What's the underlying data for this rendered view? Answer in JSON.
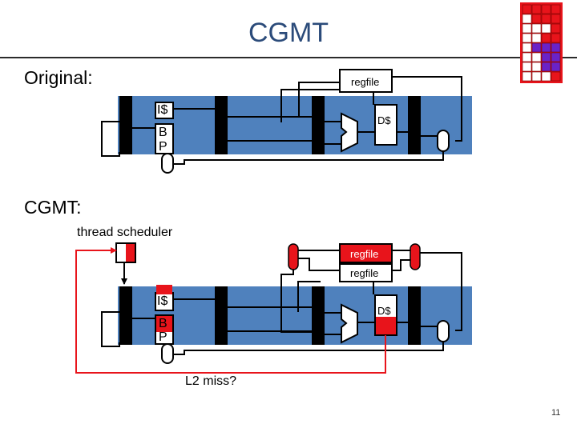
{
  "slide": {
    "title": "CGMT",
    "page_number": "11"
  },
  "original": {
    "heading": "Original:",
    "regfile_label": "regfile",
    "icache_label": "I$",
    "bp_label_b": "B",
    "bp_label_p": "P",
    "dcache_label": "D$"
  },
  "cgmt": {
    "heading": "CGMT:",
    "scheduler_label": "thread scheduler",
    "regfile_label_1": "regfile",
    "regfile_label_2": "regfile",
    "icache_label": "I$",
    "bp_label_b": "B",
    "bp_label_p": "P",
    "dcache_label": "D$",
    "miss_label": "L2 miss?"
  },
  "colors": {
    "pipeline_band": "#4f81bd",
    "highlight": "#ff0000",
    "title": "#2b4b7a",
    "grid_red": "#e8141b",
    "grid_purple": "#6a22c8"
  },
  "thread_grid": {
    "rows": [
      [
        "red",
        "red",
        "red",
        "red"
      ],
      [
        "white",
        "red",
        "red",
        "red"
      ],
      [
        "white",
        "white",
        "white",
        "red"
      ],
      [
        "white",
        "white",
        "red",
        "red"
      ],
      [
        "white",
        "purple",
        "purple",
        "purple"
      ],
      [
        "white",
        "white",
        "purple",
        "purple"
      ],
      [
        "white",
        "white",
        "purple",
        "purple"
      ],
      [
        "white",
        "white",
        "white",
        "red"
      ]
    ]
  }
}
